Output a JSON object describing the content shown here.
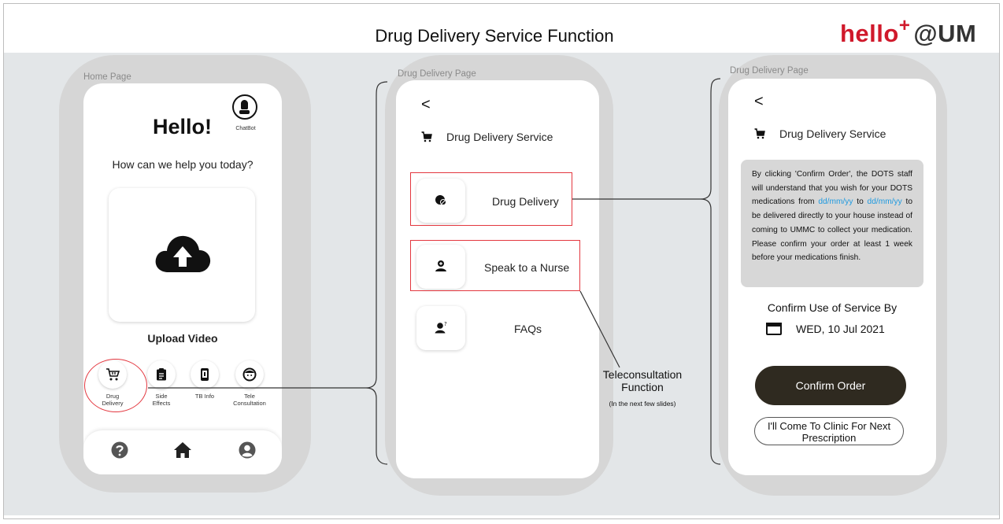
{
  "header": {
    "title": "Drug Delivery Service Function",
    "logo_hello": "hello",
    "logo_plus": "+",
    "logo_um": "@UM"
  },
  "home": {
    "page_label": "Home Page",
    "greeting": "Hello!",
    "chatbot_label": "ChatBot",
    "help_text": "How can we help you today?",
    "upload_label": "Upload Video",
    "quick_actions": [
      {
        "label": "Drug\nDelivery",
        "icon": "cart-icon"
      },
      {
        "label": "Side\nEffects",
        "icon": "clipboard-icon"
      },
      {
        "label": "TB Info",
        "icon": "phone-icon"
      },
      {
        "label": "Tele\nConsultation",
        "icon": "face-icon"
      }
    ],
    "nav": [
      "help-icon",
      "home-icon",
      "profile-icon"
    ]
  },
  "delivery_page": {
    "page_label": "Drug Delivery Page",
    "back": "<",
    "service_title": "Drug Delivery Service",
    "items": [
      {
        "label": "Drug Delivery",
        "icon": "pills-icon"
      },
      {
        "label": "Speak to a Nurse",
        "icon": "nurse-icon"
      },
      {
        "label": "FAQs",
        "icon": "faq-icon"
      }
    ]
  },
  "order_page": {
    "page_label": "Drug Delivery Page",
    "back": "<",
    "service_title": "Drug Delivery Service",
    "info_part1": "By clicking 'Confirm Order', the DOTS staff will understand that you wish for your DOTS medications from ",
    "date_from": "dd/mm/yy",
    "info_to": " to ",
    "date_to": "dd/mm/yy",
    "info_part2": " to be delivered directly to your house instead of coming to UMMC to collect your medication. Please confirm your order at least 1 week before your medications finish.",
    "confirm_by_label": "Confirm Use of Service By",
    "confirm_date": "WED, 10 Jul 2021",
    "confirm_button": "Confirm Order",
    "clinic_button": "I'll Come To Clinic For Next Prescription"
  },
  "annotation": {
    "tele_label": "Teleconsultation Function",
    "tele_sub": "(In the next few slides)"
  },
  "colors": {
    "brand_red": "#d0192b",
    "highlight_red": "#e3373f",
    "date_blue": "#1e9ae0",
    "confirm_button_bg": "#2f2a20",
    "stage_bg": "#e3e6e8"
  }
}
